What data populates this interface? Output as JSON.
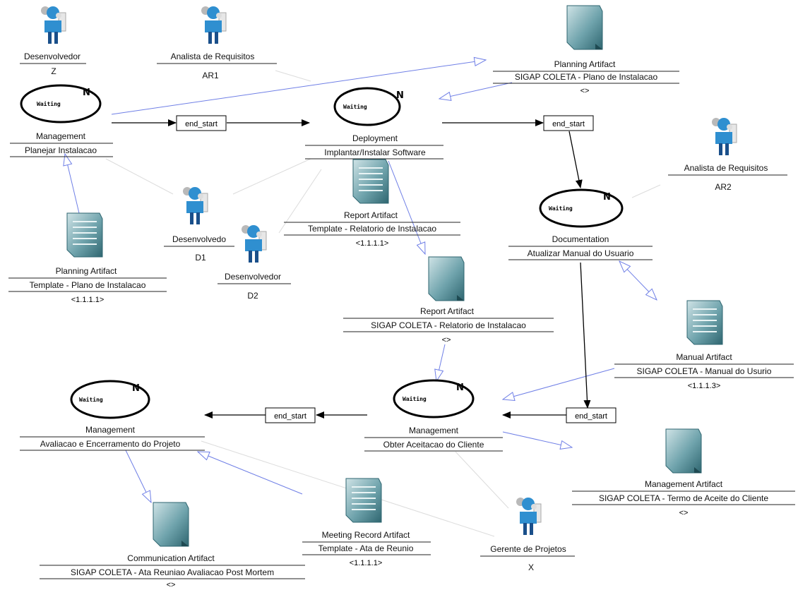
{
  "activities": [
    {
      "id": "planejar",
      "status": "Waiting",
      "mark": "N",
      "type": "Management",
      "name": "Planejar Instalacao"
    },
    {
      "id": "implantar",
      "status": "Waiting",
      "mark": "N",
      "type": "Deployment",
      "name": "Implantar/Instalar Software"
    },
    {
      "id": "documentation",
      "status": "Waiting",
      "mark": "N",
      "type": "Documentation",
      "name": "Atualizar Manual do Usuario"
    },
    {
      "id": "aceitacao",
      "status": "Waiting",
      "mark": "N",
      "type": "Management",
      "name": "Obter Aceitacao do Cliente"
    },
    {
      "id": "avaliacao",
      "status": "Waiting",
      "mark": "N",
      "type": "Management",
      "name": "Avaliacao e Encerramento do Projeto"
    }
  ],
  "roles": [
    {
      "id": "z",
      "role": "Desenvolvedor",
      "name": "Z"
    },
    {
      "id": "ar1",
      "role": "Analista de Requisitos",
      "name": "AR1"
    },
    {
      "id": "ar2",
      "role": "Analista de Requisitos",
      "name": "AR2"
    },
    {
      "id": "d1",
      "role": "Desenvolvedo",
      "name": "D1"
    },
    {
      "id": "d2",
      "role": "Desenvolvedor",
      "name": "D2"
    },
    {
      "id": "x",
      "role": "Gerente de Projetos",
      "name": "X"
    }
  ],
  "artifacts": [
    {
      "id": "plan_sigap",
      "type": "Planning Artifact",
      "name": "SIGAP COLETA - Plano de Instalacao",
      "version": "<>"
    },
    {
      "id": "plan_tpl",
      "type": "Planning Artifact",
      "name": "Template - Plano de Instalacao",
      "version": "<1.1.1.1>"
    },
    {
      "id": "report_tpl",
      "type": "Report Artifact",
      "name": "Template - Relatorio de Instalacao",
      "version": "<1.1.1.1>"
    },
    {
      "id": "report_sigap",
      "type": "Report Artifact",
      "name": "SIGAP COLETA - Relatorio de Instalacao",
      "version": "<>"
    },
    {
      "id": "manual",
      "type": "Manual Artifact",
      "name": "SIGAP COLETA - Manual do Usurio",
      "version": "<1.1.1.3>"
    },
    {
      "id": "mgmt",
      "type": "Management Artifact",
      "name": "SIGAP COLETA - Termo de Aceite do Cliente",
      "version": "<>"
    },
    {
      "id": "meeting",
      "type": "Meeting Record Artifact",
      "name": "Template - Ata de Reunio",
      "version": "<1.1.1.1>"
    },
    {
      "id": "comm",
      "type": "Communication Artifact",
      "name": "SIGAP COLETA - Ata Reuniao Avaliacao Post Mortem",
      "version": "<>"
    }
  ],
  "connectors": [
    {
      "id": "c1",
      "label": "end_start"
    },
    {
      "id": "c2",
      "label": "end_start"
    },
    {
      "id": "c3",
      "label": "end_start"
    },
    {
      "id": "c4",
      "label": "end_start"
    }
  ],
  "colors": {
    "io_arrow": "#6f7fe6",
    "flow_arrow": "#000000",
    "association": "#dcdcdc",
    "actor_blue": "#2f8fd0",
    "doc_teal": "#4f8f98"
  }
}
